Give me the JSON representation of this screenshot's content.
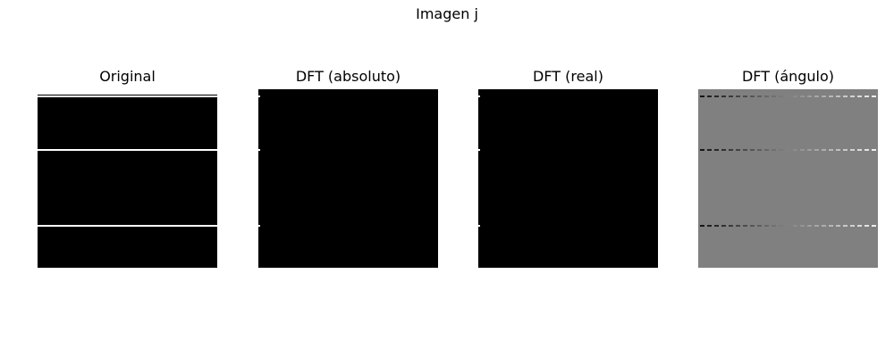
{
  "figure": {
    "title": "Imagen j"
  },
  "panels": [
    {
      "title": "Original",
      "kind": "lines-image",
      "background": "#000000",
      "line_color": "#ffffff"
    },
    {
      "title": "DFT (absoluto)",
      "kind": "spectrum",
      "background": "#000000",
      "mark_color": "#ffffff"
    },
    {
      "title": "DFT (real)",
      "kind": "spectrum",
      "background": "#000000",
      "mark_color": "#ffffff"
    },
    {
      "title": "DFT (ángulo)",
      "kind": "phase",
      "background": "#808080"
    }
  ]
}
